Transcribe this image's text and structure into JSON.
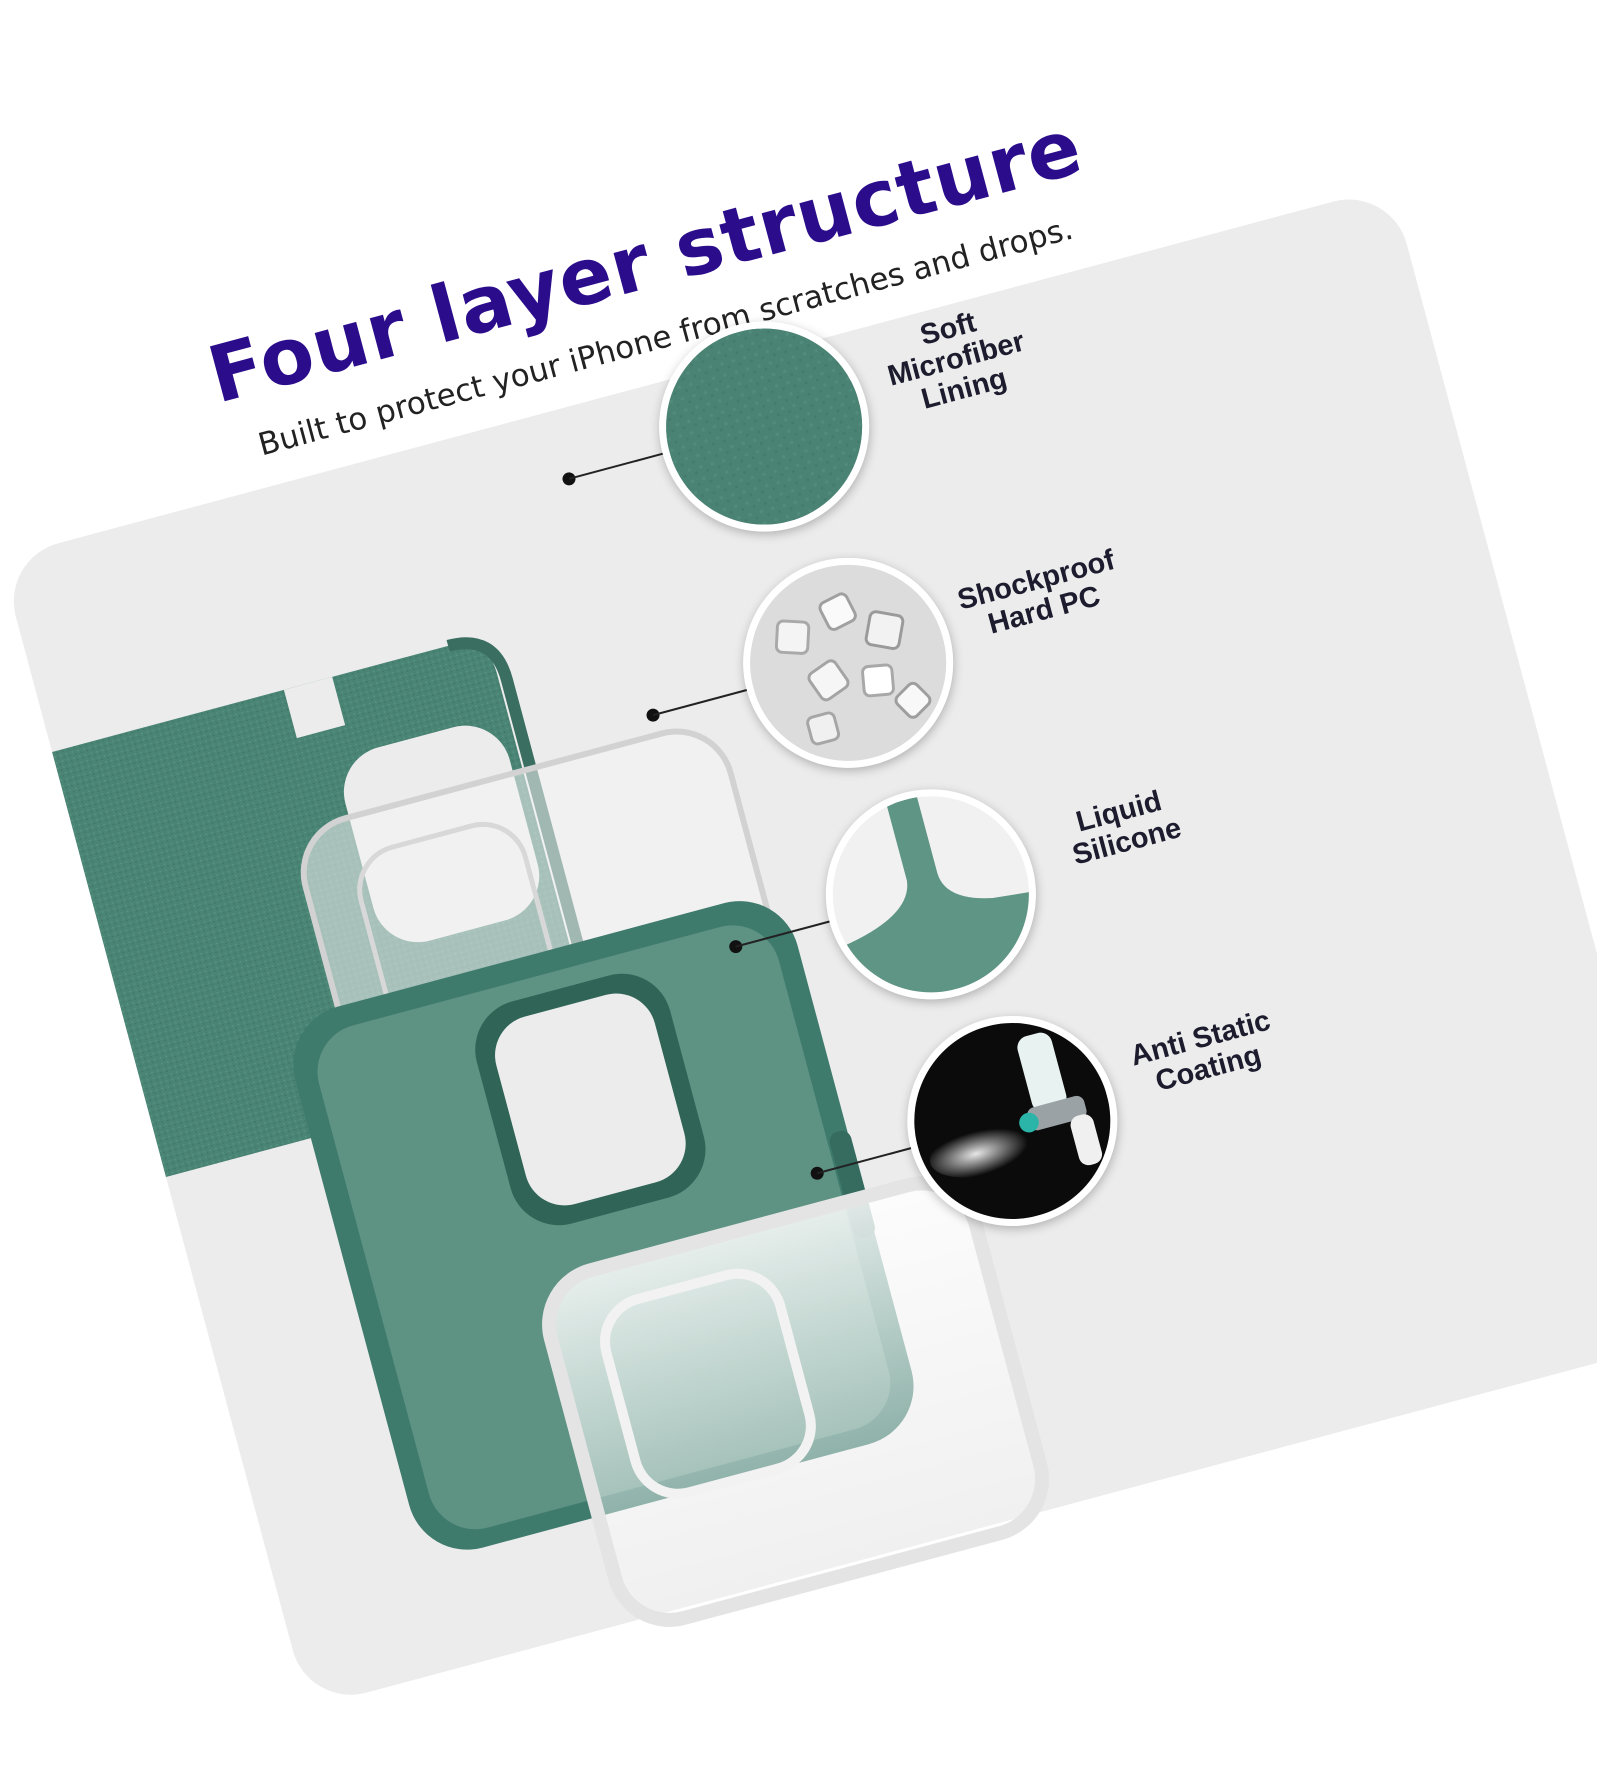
{
  "headline": "Four layer structure",
  "subheadline": "Built to protect your iPhone from scratches and drops.",
  "colors": {
    "headline": "#2b0d8c",
    "card_background": "#ececec",
    "case_green": "#3f7b6d",
    "microfiber_green": "#4a8474",
    "label_text": "#1c1c2e"
  },
  "layers": [
    {
      "label_lines": [
        "Soft",
        "Microfiber",
        "Lining"
      ],
      "icon": "microfiber-swatch-icon"
    },
    {
      "label_lines": [
        "Shockproof",
        "Hard PC"
      ],
      "icon": "pc-pellets-swatch-icon"
    },
    {
      "label_lines": [
        "Liquid",
        "Silicone"
      ],
      "icon": "liquid-silicone-swatch-icon"
    },
    {
      "label_lines": [
        "Anti Static",
        "Coating"
      ],
      "icon": "spray-gun-swatch-icon"
    }
  ]
}
